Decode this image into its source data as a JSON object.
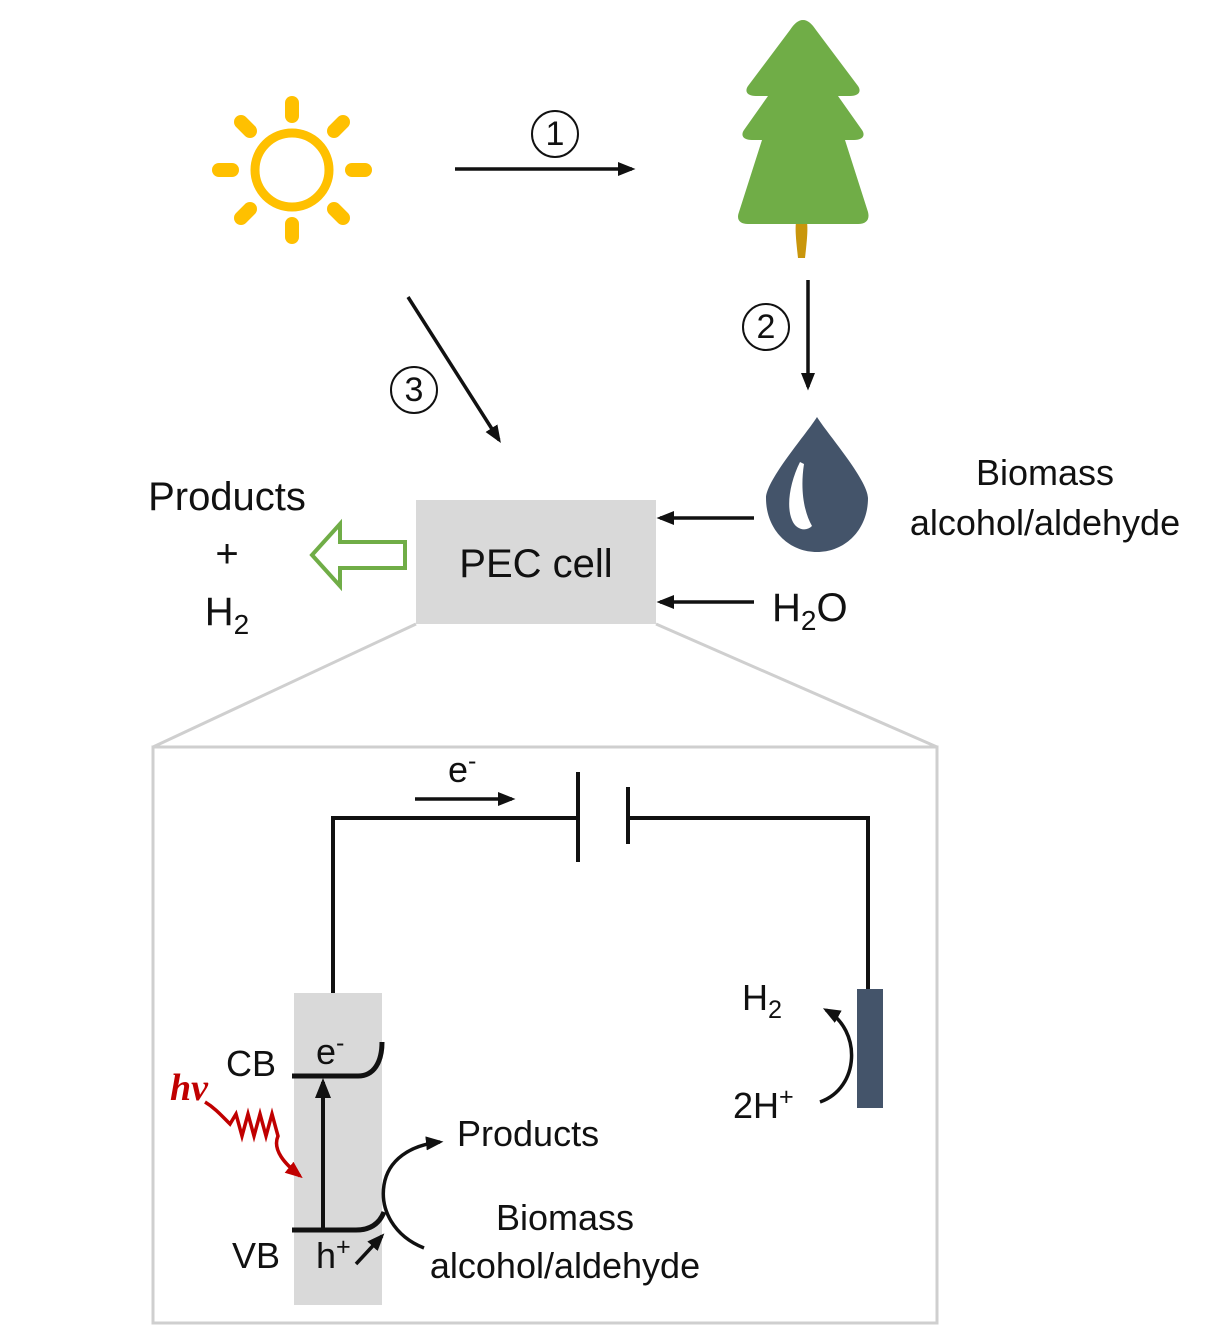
{
  "diagram": {
    "title": "",
    "colors": {
      "sun": "#FFC000",
      "tree": "#70AD47",
      "trunk": "#C9960C",
      "droplet": "#44546A",
      "pec_box": "#D9D9D9",
      "output_arrow": "#70AD47",
      "light_wave": "#C00000",
      "cathode": "#44546A"
    },
    "icons": [
      "sun-icon",
      "tree-icon",
      "droplet-icon"
    ],
    "steps": [
      {
        "marker": "1",
        "from": "sun",
        "to": "tree"
      },
      {
        "marker": "2",
        "from": "tree",
        "to": "biomass"
      },
      {
        "marker": "3",
        "from": "sun",
        "to": "pec_cell"
      }
    ],
    "labels": {
      "biomass_line1": "Biomass",
      "biomass_line2": "alcohol/aldehyde",
      "water": "H",
      "water_sub": "2",
      "water_tail": "O",
      "pec_cell": "PEC cell",
      "products": "Products",
      "plus": "+",
      "h2": "H",
      "h2_sub": "2"
    },
    "detail": {
      "electron_flow": "e",
      "electron_sup": "-",
      "cb": "CB",
      "vb": "VB",
      "cb_electron": "e",
      "cb_electron_sup": "-",
      "vb_hole": "h",
      "vb_hole_sup": "+",
      "light": "hv",
      "products": "Products",
      "biomass_line1": "Biomass",
      "biomass_line2": "alcohol/aldehyde",
      "cathode_product": "H",
      "cathode_product_sub": "2",
      "cathode_reactant": "2H",
      "cathode_reactant_sup": "+"
    }
  }
}
